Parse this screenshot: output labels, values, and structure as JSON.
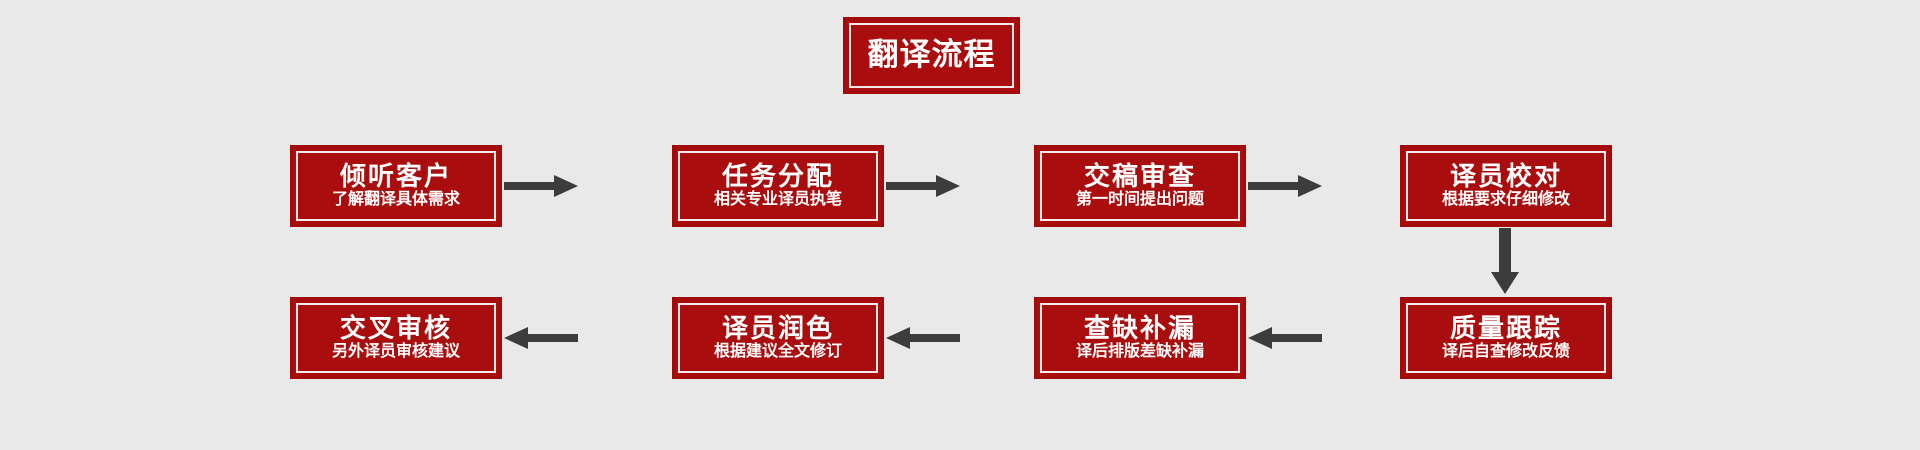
{
  "diagram": {
    "title": "翻译流程",
    "background_color": "#e9e9e9",
    "box_fill_color": "#a90d0d",
    "box_border_color": "#a30a0a",
    "box_inner_border_color": "#f4eaea",
    "arrow_color": "#3c3c3c",
    "text_color": "#ffffff",
    "steps": [
      {
        "index": 1,
        "title": "倾听客户",
        "subtitle": "了解翻译具体需求"
      },
      {
        "index": 2,
        "title": "任务分配",
        "subtitle": "相关专业译员执笔"
      },
      {
        "index": 3,
        "title": "交稿审查",
        "subtitle": "第一时间提出问题"
      },
      {
        "index": 4,
        "title": "译员校对",
        "subtitle": "根据要求仔细修改"
      },
      {
        "index": 5,
        "title": "质量跟踪",
        "subtitle": "译后自查修改反馈"
      },
      {
        "index": 6,
        "title": "查缺补漏",
        "subtitle": "译后排版差缺补漏"
      },
      {
        "index": 7,
        "title": "译员润色",
        "subtitle": "根据建议全文修订"
      },
      {
        "index": 8,
        "title": "交叉审核",
        "subtitle": "另外译员审核建议"
      }
    ],
    "connectors": [
      {
        "id": "arrow-h-1",
        "from": 1,
        "to": 2,
        "direction": "right"
      },
      {
        "id": "arrow-h-2",
        "from": 2,
        "to": 3,
        "direction": "right"
      },
      {
        "id": "arrow-h-3",
        "from": 3,
        "to": 4,
        "direction": "right"
      },
      {
        "id": "arrow-v-1",
        "from": 4,
        "to": 5,
        "direction": "down"
      },
      {
        "id": "arrow-h-4",
        "from": 5,
        "to": 6,
        "direction": "left"
      },
      {
        "id": "arrow-h-5",
        "from": 6,
        "to": 7,
        "direction": "left"
      },
      {
        "id": "arrow-h-6",
        "from": 7,
        "to": 8,
        "direction": "left"
      }
    ]
  }
}
